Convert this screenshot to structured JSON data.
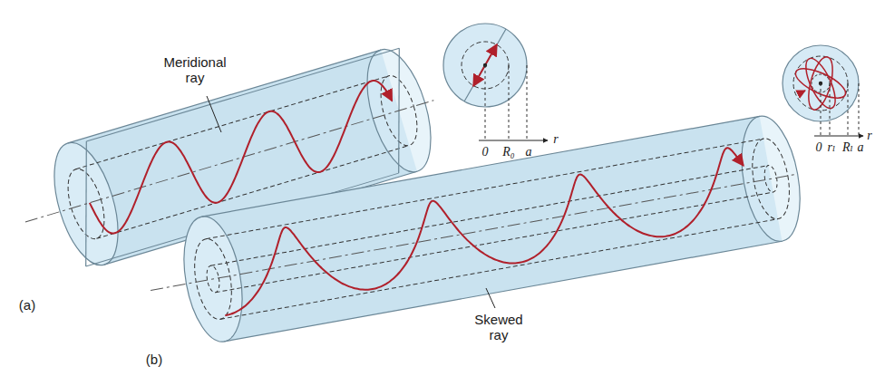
{
  "diagram": {
    "labels": [
      "Meridional ray",
      "(a)",
      "0",
      "R₀",
      "a",
      "r",
      "Skewed ray",
      "(b)",
      "0",
      "rₗ",
      "Rₗ",
      "a",
      "r"
    ]
  }
}
